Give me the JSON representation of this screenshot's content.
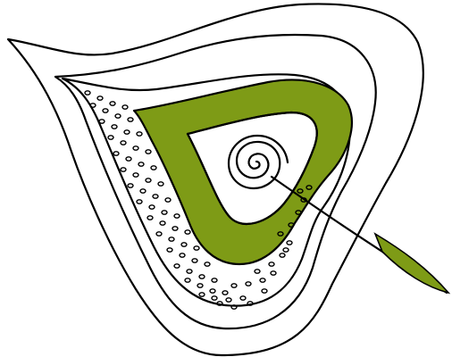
{
  "figure": {
    "subject": "seed-layers-cross-section",
    "colors": {
      "background": "#ffffff",
      "outline": "#000000",
      "green_layer": "#7e9b16"
    },
    "layers": [
      "outer-layer",
      "middle-layer",
      "dotted-layer",
      "green-layer",
      "inner-cavity",
      "spiral-core"
    ]
  }
}
